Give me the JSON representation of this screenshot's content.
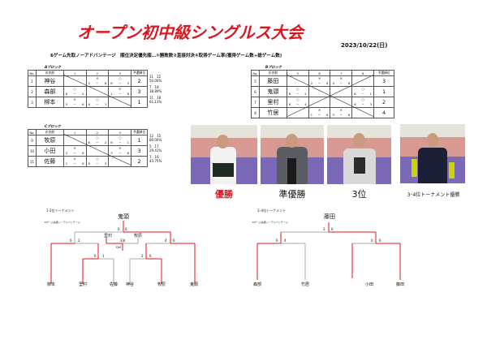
{
  "header": {
    "title": "オープン初中級シングルス大会",
    "date": "2023/10/22(日)",
    "rules": "6ゲーム先取ノーアドバンテージ　順位決定優先順…①勝敗数②直接対決③取得ゲーム率(獲得ゲーム数÷総ゲーム数)"
  },
  "colors": {
    "title": "#e0141e",
    "win_line": "#e0141e",
    "loss_line": "#a8a8a8"
  },
  "block_a": {
    "label": "Aブロック",
    "headers": [
      "No.",
      "お名前",
      "1",
      "2",
      "3",
      "予選順位"
    ],
    "rows": [
      {
        "no": "1",
        "name": "神谷",
        "rank": "2",
        "stats1": "11　22",
        "stats2": "50.00%",
        "cells": [
          null,
          {
            "mark": "×",
            "a": "5",
            "b": "6"
          },
          {
            "mark": "○",
            "a": "6",
            "b": "5"
          }
        ]
      },
      {
        "no": "2",
        "name": "森部",
        "rank": "3",
        "stats1": "7　18",
        "stats2": "38.89%",
        "cells": [
          {
            "mark": "○",
            "a": "6",
            "b": "5"
          },
          null,
          {
            "mark": "×",
            "a": "1",
            "b": "6"
          }
        ]
      },
      {
        "no": "3",
        "name": "柳本",
        "rank": "1",
        "stats1": "11　18",
        "stats2": "61.11%",
        "cells": [
          {
            "mark": "×",
            "a": "5",
            "b": "6"
          },
          {
            "mark": "○",
            "a": "6",
            "b": "1"
          },
          null
        ]
      }
    ]
  },
  "block_b": {
    "label": "Bブロック",
    "headers": [
      "No.",
      "お名前",
      "5",
      "6",
      "7",
      "8",
      "予選順位"
    ],
    "rows": [
      {
        "no": "5",
        "name": "藤田",
        "rank": "3",
        "cells": [
          null,
          {
            "mark": "×",
            "a": "2",
            "b": "6"
          },
          {
            "mark": "×",
            "a": "4",
            "b": "6"
          },
          null
        ]
      },
      {
        "no": "6",
        "name": "鬼頭",
        "rank": "1",
        "cells": [
          {
            "mark": "○",
            "a": "6",
            "b": "2"
          },
          null,
          null,
          {
            "mark": "○",
            "a": "6",
            "b": "1"
          }
        ]
      },
      {
        "no": "7",
        "name": "里村",
        "rank": "2",
        "cells": [
          {
            "mark": "○",
            "a": "6",
            "b": "4"
          },
          null,
          null,
          {
            "mark": "○",
            "a": "6",
            "b": "3"
          }
        ]
      },
      {
        "no": "8",
        "name": "竹居",
        "rank": "4",
        "cells": [
          null,
          {
            "mark": "×",
            "a": "1",
            "b": "6"
          },
          {
            "mark": "×",
            "a": "3",
            "b": "6"
          },
          null
        ]
      }
    ]
  },
  "block_c": {
    "label": "Cブロック",
    "headers": [
      "No.",
      "お名前",
      "1",
      "2",
      "3",
      "予選順位"
    ],
    "rows": [
      {
        "no": "9",
        "name": "牧原",
        "rank": "1",
        "stats1": "12　15",
        "stats2": "80.00%",
        "cells": [
          null,
          {
            "mark": "○",
            "a": "6",
            "b": "2"
          },
          {
            "mark": "○",
            "a": "6",
            "b": "1"
          }
        ]
      },
      {
        "no": "10",
        "name": "小田",
        "rank": "3",
        "stats1": "5　17",
        "stats2": "29.41%",
        "cells": [
          {
            "mark": "×",
            "a": "2",
            "b": "6"
          },
          null,
          {
            "mark": "×",
            "a": "3",
            "b": "6"
          }
        ]
      },
      {
        "no": "11",
        "name": "佐藤",
        "rank": "2",
        "stats1": "7　16",
        "stats2": "43.75%",
        "cells": [
          {
            "mark": "×",
            "a": "1",
            "b": "6"
          },
          {
            "mark": "○",
            "a": "6",
            "b": "3"
          },
          null
        ]
      }
    ]
  },
  "photos": [
    {
      "caption": "優勝",
      "caption_color": "#e0141e",
      "shirt": "#f2f2f2",
      "item": "#1f2a22"
    },
    {
      "caption": "準優勝",
      "caption_color": "#111111",
      "shirt": "#5b5d62",
      "item": "#1a1a1a"
    },
    {
      "caption": "3位",
      "caption_color": "#111111",
      "shirt": "#d9d9d9",
      "item": "#2c2c2c"
    },
    {
      "caption": "3･4位トーナメント優勝",
      "caption_color": "#111111",
      "shirt": "#1b2036",
      "item": "#c9d400"
    }
  ],
  "bracket_12": {
    "label": "1-2位トーナメント",
    "sub": "6ゲーム先取ノーアドバンテージ",
    "champion": "鬼頭",
    "players": [
      "柳本",
      "里村",
      "佐藤",
      "神谷",
      "牧原",
      "鬼頭"
    ],
    "semi_names": [
      "里村",
      "牧原"
    ],
    "third_place_label": "3決",
    "def_label": "Def",
    "scores": {
      "final_l": "0",
      "final_r": "6",
      "sf1_l": "6",
      "sf1_r": "2",
      "sf2_l": "4",
      "sf2_r": "6",
      "qf1_l": "6",
      "qf1_r": "1",
      "qf2_l": "2",
      "qf2_r": "6"
    }
  },
  "bracket_34": {
    "label": "3･4位トーナメント",
    "sub": "6ゲーム先取ノーアドバンテージ",
    "champion": "藤田",
    "players": [
      "森部",
      "竹居",
      "小田",
      "藤田"
    ],
    "scores": {
      "final_l": "3",
      "final_r": "6",
      "sf1_l": "6",
      "sf1_r": "4",
      "sf2_l": "0",
      "sf2_r": "6"
    }
  }
}
